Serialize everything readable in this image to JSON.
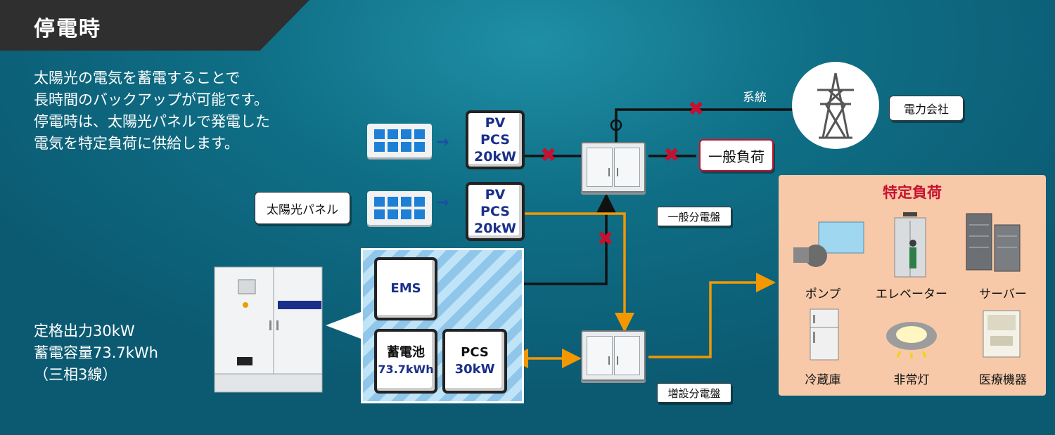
{
  "header": {
    "title": "停電時"
  },
  "intro_lines": [
    "太陽光の電気を蓄電することで",
    "長時間のバックアップが可能です。",
    "停電時は、太陽光パネルで発電した",
    "電気を特定負荷に供給します。"
  ],
  "spec_lines": [
    "定格出力30kW",
    "蓄電容量73.7kWh",
    "（三相3線）"
  ],
  "labels": {
    "solar_panel": "太陽光パネル",
    "pv_pcs_1": [
      "PV PCS",
      "20kW"
    ],
    "pv_pcs_2": [
      "PV PCS",
      "20kW"
    ],
    "ems": "EMS",
    "battery": [
      "蓄電池",
      "73.7kWh"
    ],
    "pcs": [
      "PCS",
      "30kW"
    ],
    "grid_line": "系統",
    "utility": "電力会社",
    "general_load": "一般負荷",
    "general_panel": "一般分電盤",
    "extra_panel": "増設分電盤",
    "specific_load": "特定負荷"
  },
  "loads": [
    {
      "name": "ポンプ",
      "icon": "pump-icon"
    },
    {
      "name": "エレベーター",
      "icon": "elevator-icon"
    },
    {
      "name": "サーバー",
      "icon": "server-icon"
    },
    {
      "name": "冷蔵庫",
      "icon": "refrigerator-icon"
    },
    {
      "name": "非常灯",
      "icon": "emergency-light-icon"
    },
    {
      "name": "医療機器",
      "icon": "medical-equipment-icon"
    }
  ],
  "colors": {
    "active_flow": "#f39800",
    "inactive_flow": "#111111",
    "cut_mark": "#c8102e",
    "accent_blue": "#1a2f8a",
    "load_box": "#f7c9a9"
  }
}
